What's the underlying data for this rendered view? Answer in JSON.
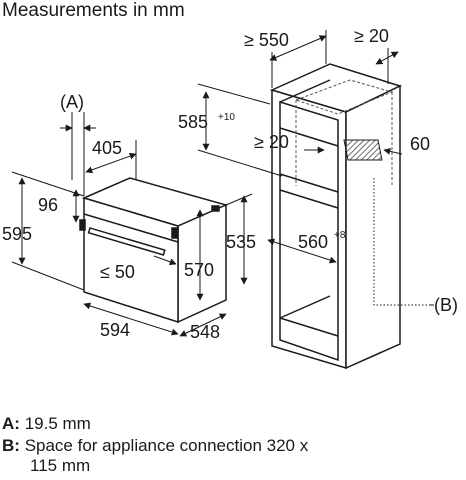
{
  "title": "Measurements in mm",
  "appliance_dims": {
    "height_total": "595",
    "control_panel": "96",
    "width_panel": "405",
    "door_gap": "≤ 50",
    "inner_height": "570",
    "body_height": "535",
    "width_front": "594",
    "depth": "548",
    "label_a": "(A)"
  },
  "cabinet_dims": {
    "width_min": "≥ 550",
    "rear_gap_top": "≥ 20",
    "niche_height": "585",
    "niche_height_tol": "+10",
    "rear_gap": "≥ 20",
    "vent": "60",
    "niche_depth": "560",
    "niche_depth_tol": "+8",
    "label_b": "(B)"
  },
  "legend": {
    "a_key": "A:",
    "a_text": "19.5 mm",
    "b_key": "B:",
    "b_text_line1": "Space for appliance connection 320 x",
    "b_text_line2": "115 mm"
  },
  "colors": {
    "line": "#1a1a1a",
    "dashed": "#555555",
    "hatch": "#6e6e6e"
  }
}
